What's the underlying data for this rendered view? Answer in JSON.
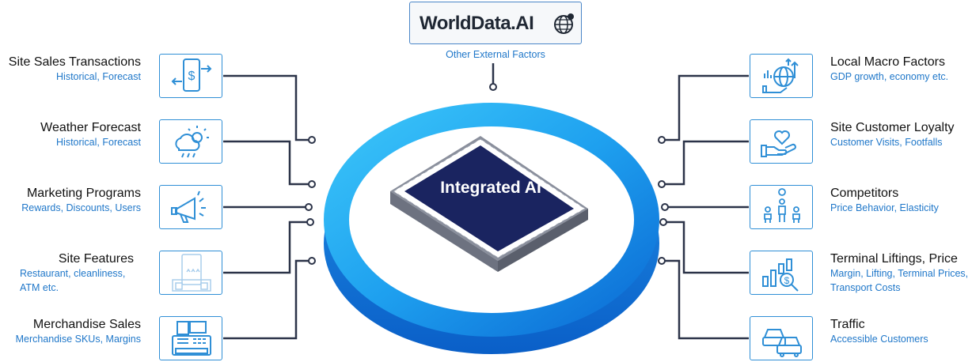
{
  "header": {
    "logo_text": "WorldData.AI",
    "subtitle": "Other External Factors"
  },
  "center": {
    "label": "Integrated AI"
  },
  "left_items": [
    {
      "title": "Site Sales Transactions",
      "subtitle": "Historical, Forecast",
      "icon": "mobile-payment-icon"
    },
    {
      "title": "Weather Forecast",
      "subtitle": "Historical, Forecast",
      "icon": "weather-cloud-icon"
    },
    {
      "title": "Marketing Programs",
      "subtitle": "Rewards, Discounts, Users",
      "icon": "megaphone-icon"
    },
    {
      "title": "Site Features",
      "subtitle": "Restaurant, cleanliness, ATM etc.",
      "icon": "store-features-icon"
    },
    {
      "title": "Merchandise Sales",
      "subtitle": "Merchandise SKUs, Margins",
      "icon": "cash-register-icon"
    }
  ],
  "right_items": [
    {
      "title": "Local Macro Factors",
      "subtitle": "GDP growth, economy etc.",
      "icon": "globe-growth-icon"
    },
    {
      "title": "Site Customer Loyalty",
      "subtitle": "Customer Visits, Footfalls",
      "icon": "heart-hand-icon"
    },
    {
      "title": "Competitors",
      "subtitle": "Price Behavior, Elasticity",
      "icon": "competitors-icon"
    },
    {
      "title": "Terminal Liftings, Price",
      "subtitle": "Margin, Lifting, Terminal Prices, Transport Costs",
      "icon": "price-analysis-icon"
    },
    {
      "title": "Traffic",
      "subtitle": "Accessible Customers",
      "icon": "cars-traffic-icon"
    }
  ],
  "colors": {
    "accent": "#2f8fd6",
    "connector": "#2b3348",
    "chip": "#1a2460",
    "ring_light": "#36c2f8",
    "ring_dark": "#0a6fd8"
  }
}
